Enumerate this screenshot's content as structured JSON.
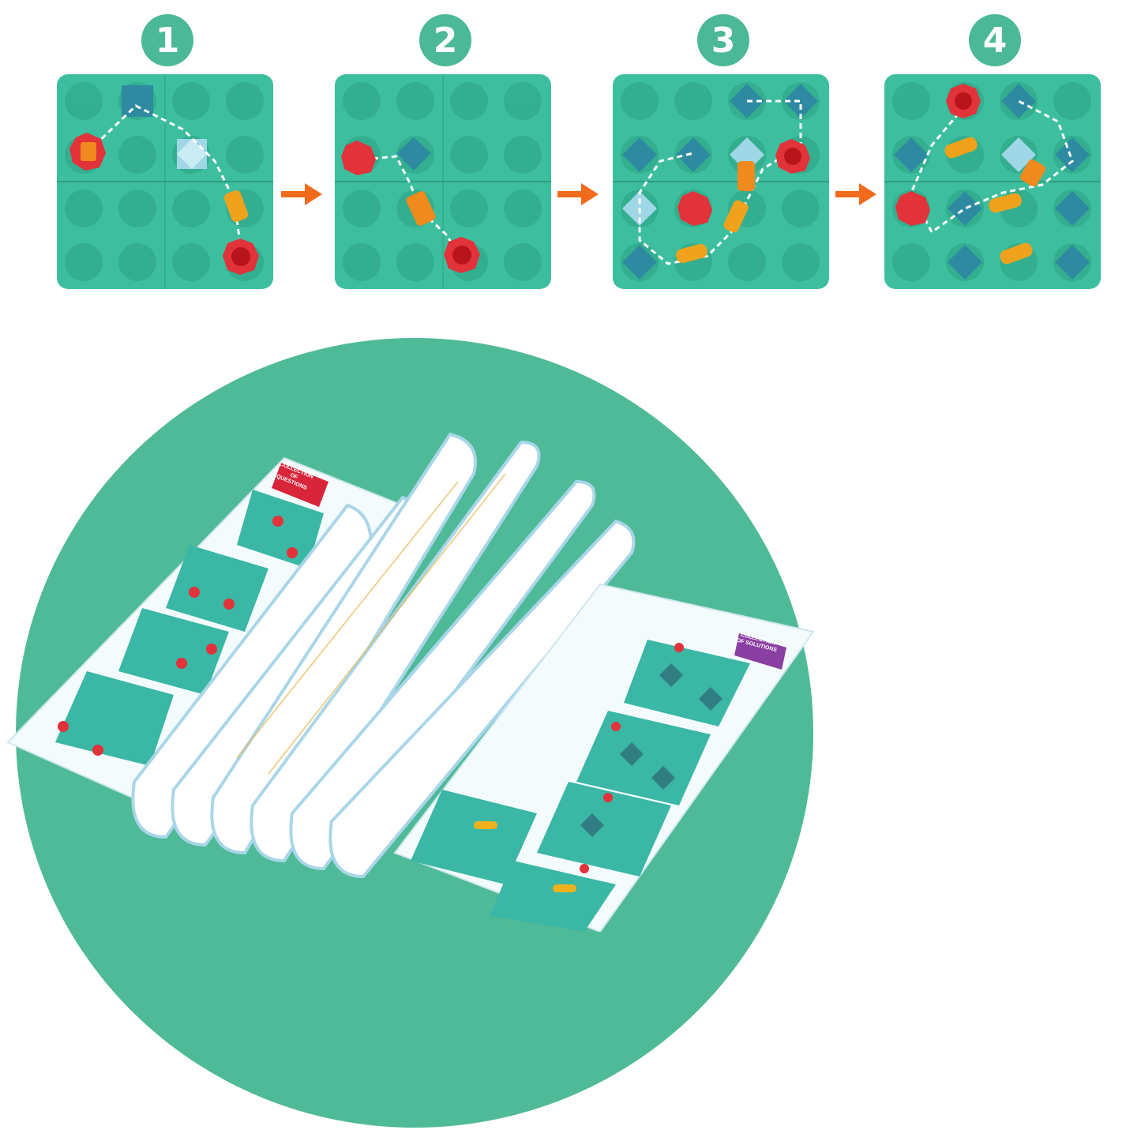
{
  "steps": [
    {
      "number": "1"
    },
    {
      "number": "2"
    },
    {
      "number": "3"
    },
    {
      "number": "4"
    }
  ],
  "booklet": {
    "questions_label": "COLLECTION OF QUESTIONS",
    "solutions_label": "COLLECTION OF SOLUTIONS"
  },
  "colors": {
    "board": "#3dbf9f",
    "board_dark": "#2aa886",
    "tile_blue": "#2e8aa0",
    "tile_light": "#9fd7e6",
    "piece_red": "#e2323a",
    "piece_orange": "#f08a1c",
    "arrow": "#f26a1b",
    "circle_bg": "#4fba98",
    "badge": "#4bb898"
  },
  "icons": [
    "arrow-right-icon",
    "car-piece-icon",
    "house-piece-icon",
    "gear-piece-icon"
  ]
}
